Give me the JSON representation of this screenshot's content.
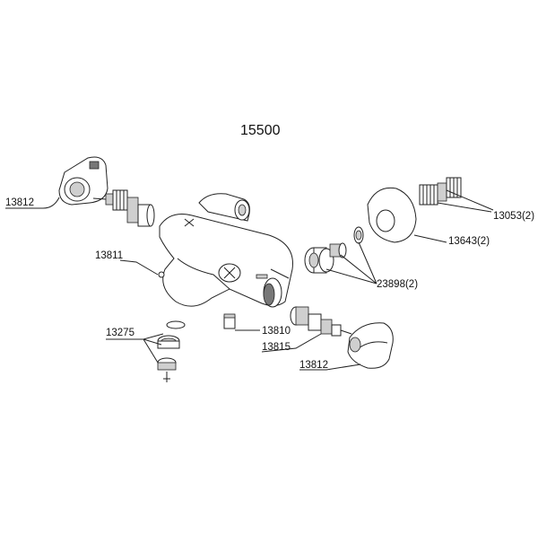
{
  "diagram": {
    "title": "15500",
    "labels": {
      "p13812_top": "13812",
      "p13811": "13811",
      "p13275": "13275",
      "p13810": "13810",
      "p13815": "13815",
      "p13812_bottom": "13812",
      "p13053": "13053(2)",
      "p13643": "13643(2)",
      "p23898": "23898(2)"
    }
  }
}
